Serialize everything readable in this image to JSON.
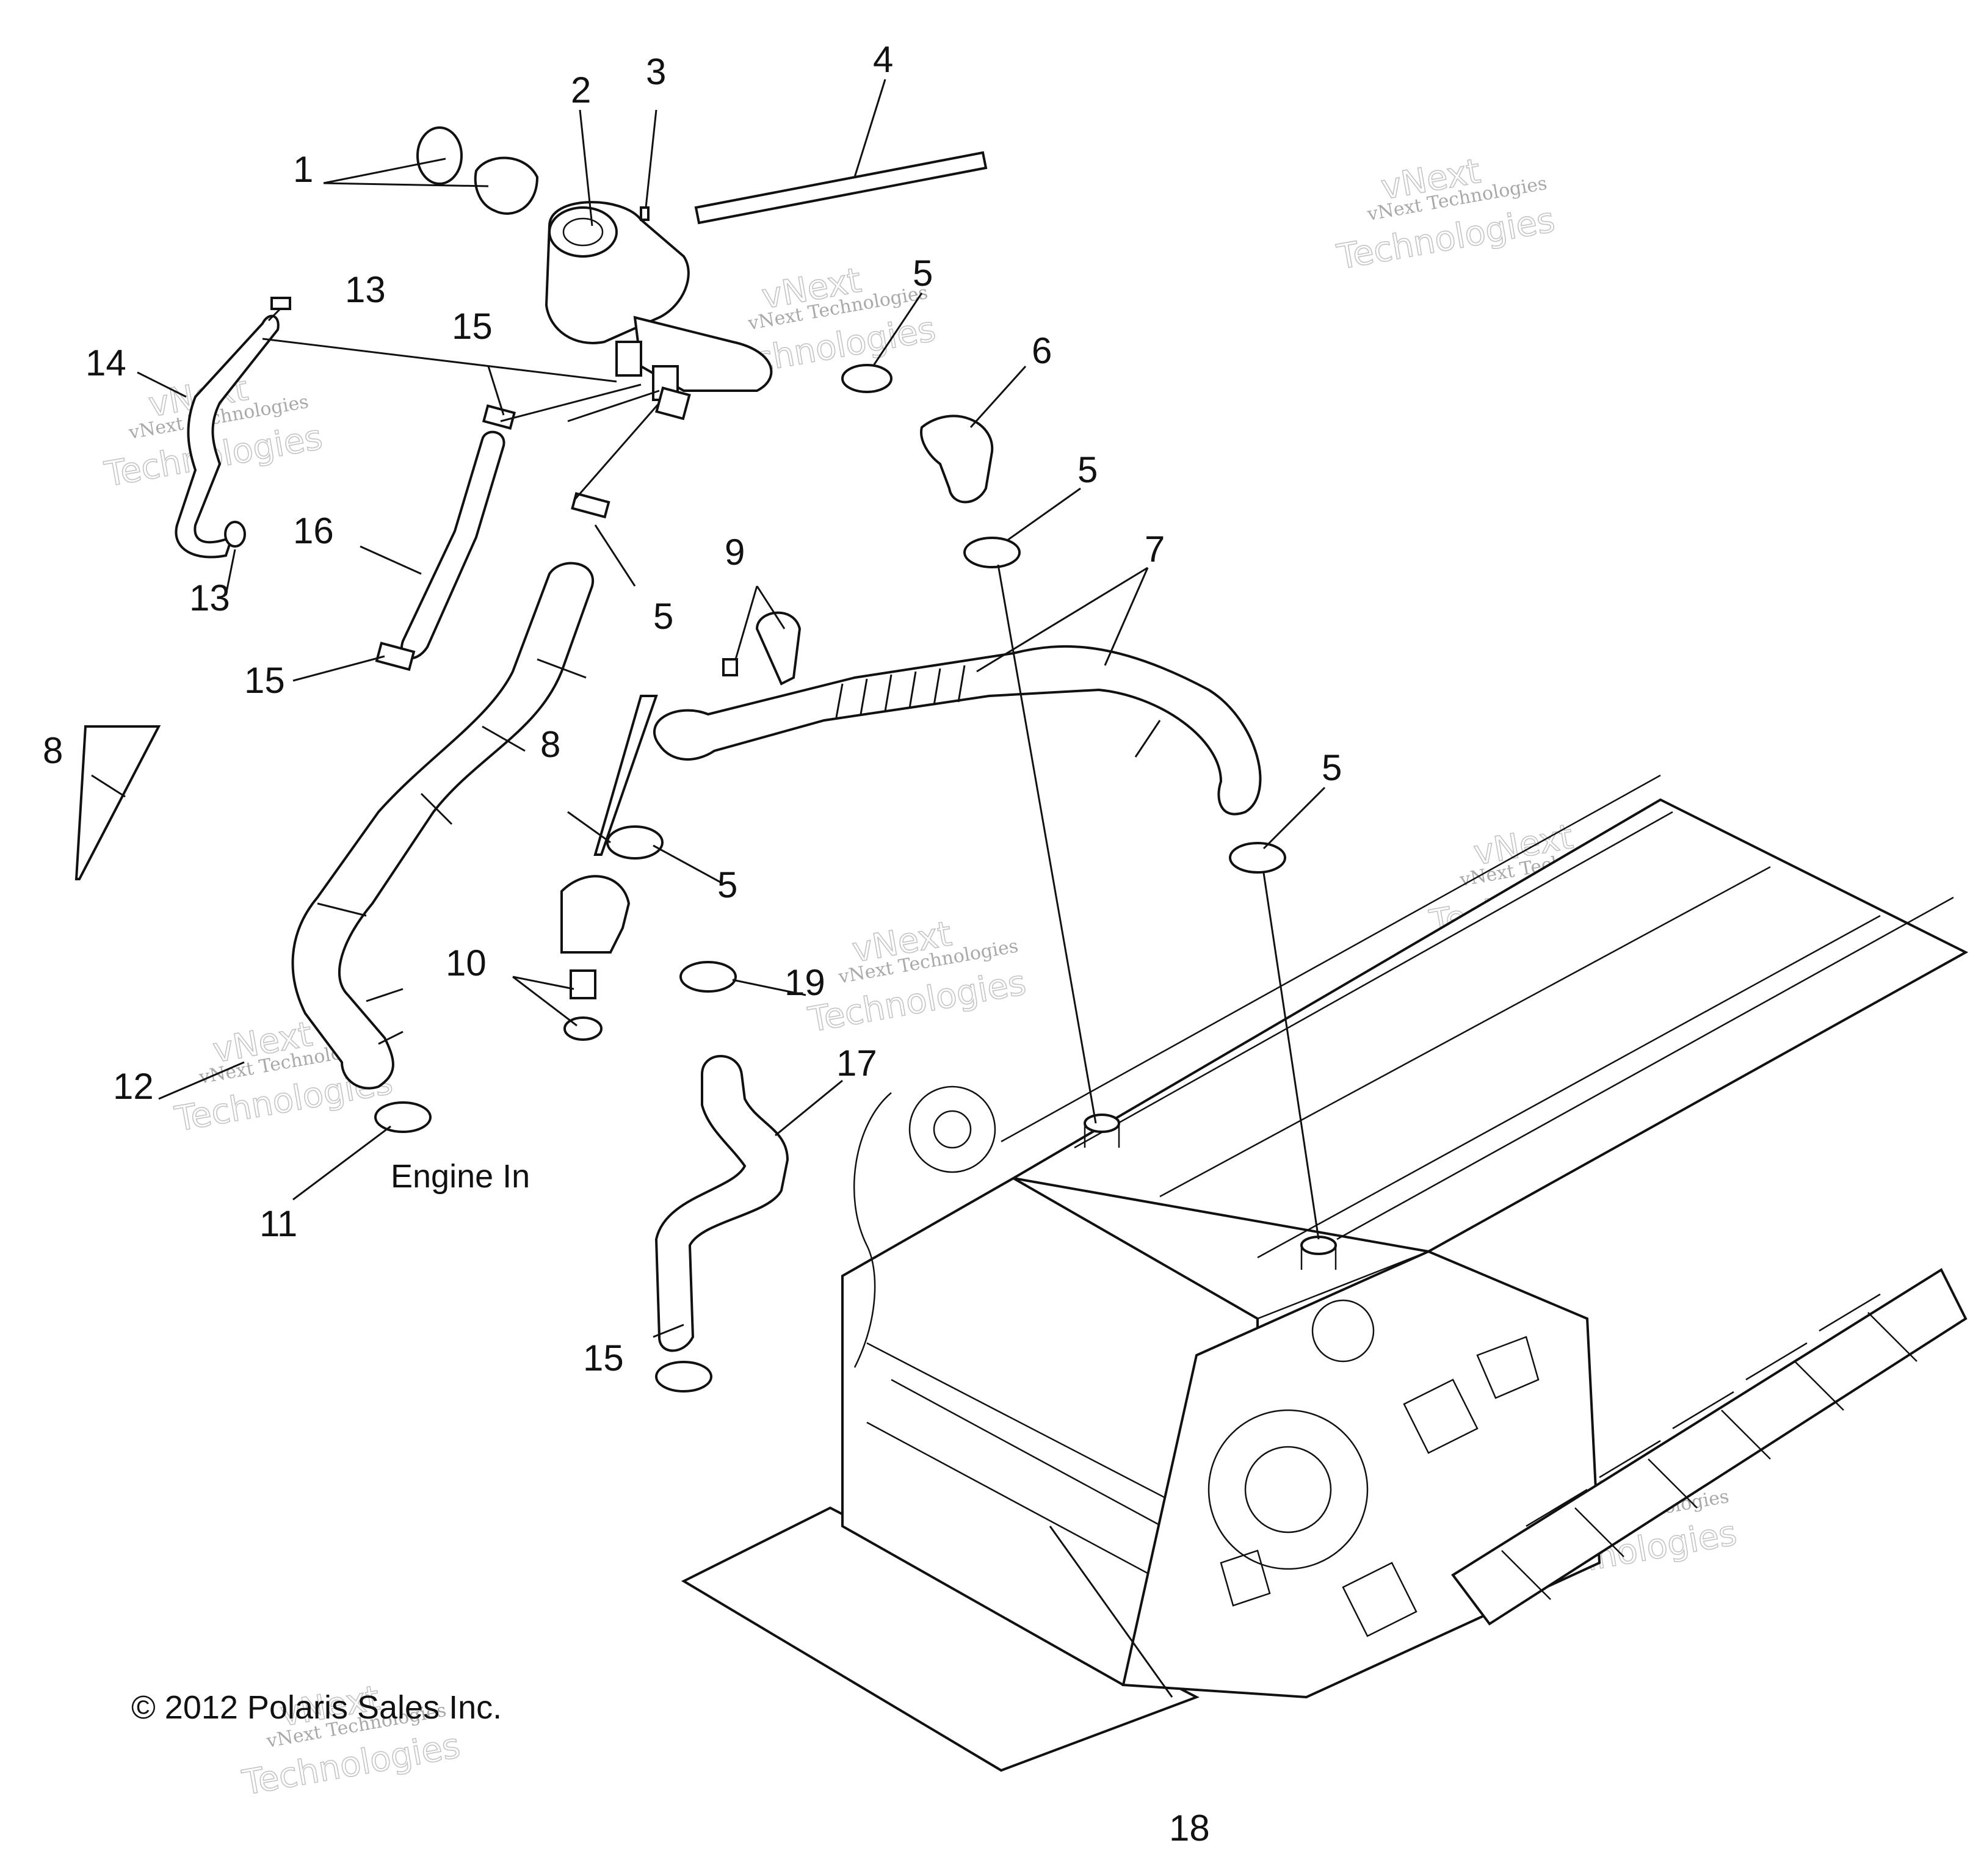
{
  "diagram": {
    "callouts": [
      "1",
      "2",
      "3",
      "4",
      "5",
      "5",
      "6",
      "5",
      "7",
      "5",
      "5",
      "8",
      "8",
      "9",
      "10",
      "11",
      "12",
      "13",
      "13",
      "14",
      "15",
      "15",
      "15",
      "16",
      "17",
      "18",
      "19"
    ],
    "caption_engine_in": "Engine In",
    "copyright": "© 2012 Polaris Sales Inc.",
    "watermark_line1": "vNext Technologies",
    "watermark_line2": "Technologies",
    "watermark_line3": "vNext"
  }
}
